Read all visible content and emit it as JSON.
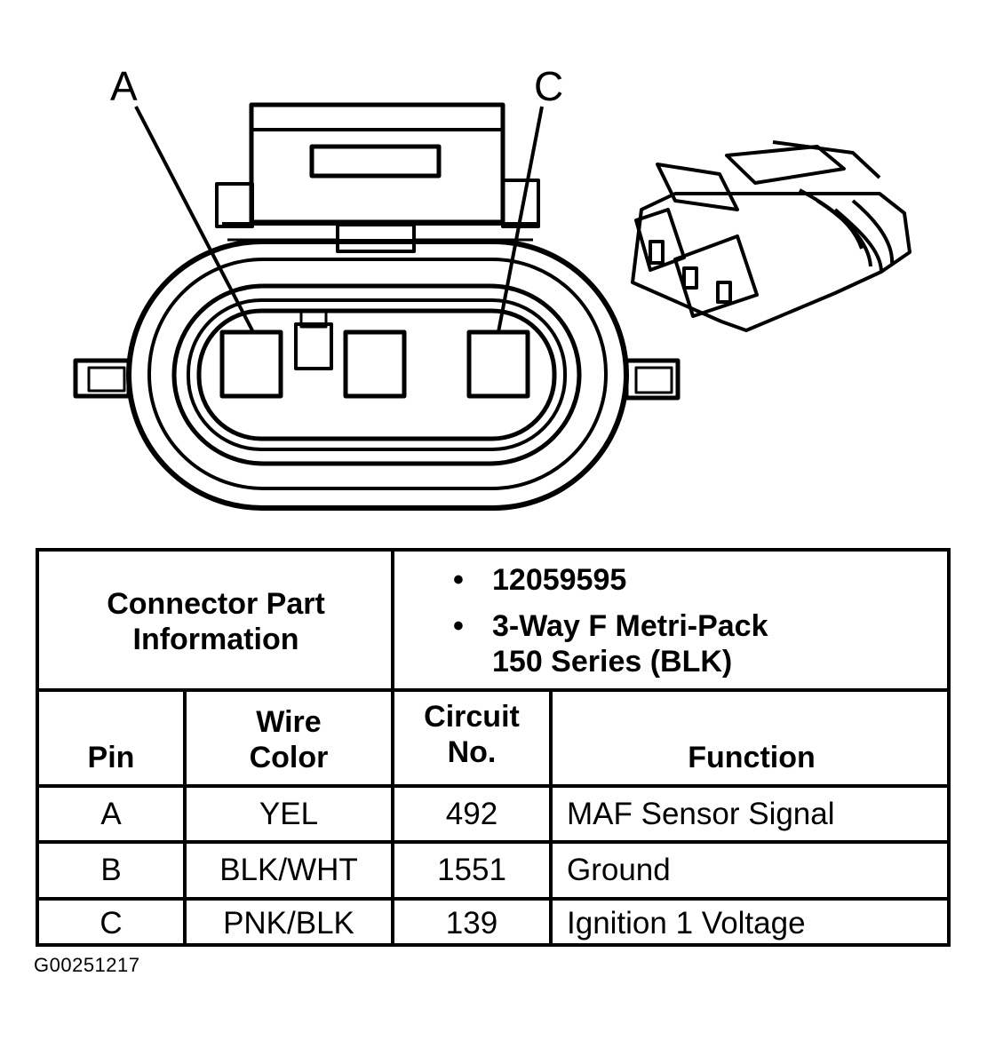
{
  "diagram": {
    "pin_callouts": [
      "A",
      "C"
    ]
  },
  "connector_info": {
    "label": "Connector Part Information",
    "part_number": "12059595",
    "description_line1": "3-Way F Metri-Pack",
    "description_line2": "150 Series (BLK)",
    "bullet": "•"
  },
  "columns": {
    "pin": "Pin",
    "wire_color": "Wire Color",
    "circuit_no": "Circuit No.",
    "function": "Function"
  },
  "rows": [
    {
      "pin": "A",
      "wire_color": "YEL",
      "circuit_no": "492",
      "function": "MAF Sensor Signal"
    },
    {
      "pin": "B",
      "wire_color": "BLK/WHT",
      "circuit_no": "1551",
      "function": "Ground"
    },
    {
      "pin": "C",
      "wire_color": "PNK/BLK",
      "circuit_no": "139",
      "function": "Ignition 1 Voltage"
    }
  ],
  "figure_id": "G00251217"
}
